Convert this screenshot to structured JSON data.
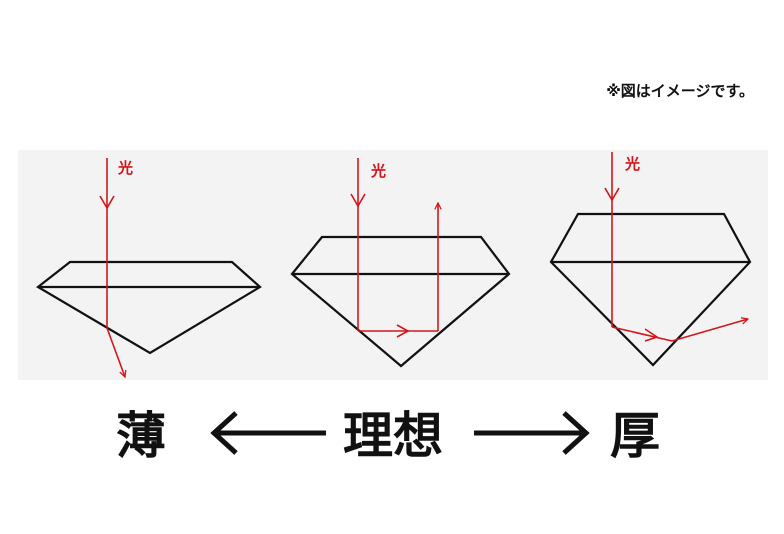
{
  "note": "※図はイメージです。",
  "light_label": "光",
  "labels": {
    "thin": "薄",
    "ideal": "理想",
    "thick": "厚"
  },
  "colors": {
    "ray": "#d3161b",
    "outline": "#111111",
    "panel": "#f2f2f2"
  }
}
